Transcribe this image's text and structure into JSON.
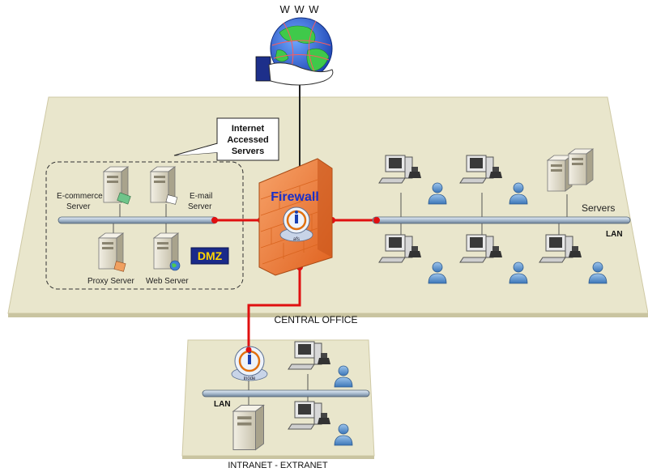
{
  "www_label": "W W W",
  "callout": {
    "line1": "Internet",
    "line2": "Accessed",
    "line3": "Servers"
  },
  "dmz": {
    "label": "DMZ",
    "servers": {
      "ecommerce_line1": "E-commerce",
      "ecommerce_line2": "Server",
      "email_line1": "E-mail",
      "email_line2": "Server",
      "proxy": "Proxy Server",
      "web": "Web Server"
    }
  },
  "firewall": {
    "label": "Firewall",
    "badge": "afs"
  },
  "central": {
    "servers_label": "Servers",
    "lan_label": "LAN",
    "office_label": "CENTRAL OFFICE"
  },
  "branch": {
    "lan_label": "LAN",
    "badge": "inode",
    "office_label": "INTRANET - EXTRANET"
  },
  "colors": {
    "platform": "#e9e6cc",
    "platform_edge": "#c9c4a0",
    "firewall": "#f07a3a",
    "link": "#e01010",
    "bus": "#b8c8d8"
  }
}
